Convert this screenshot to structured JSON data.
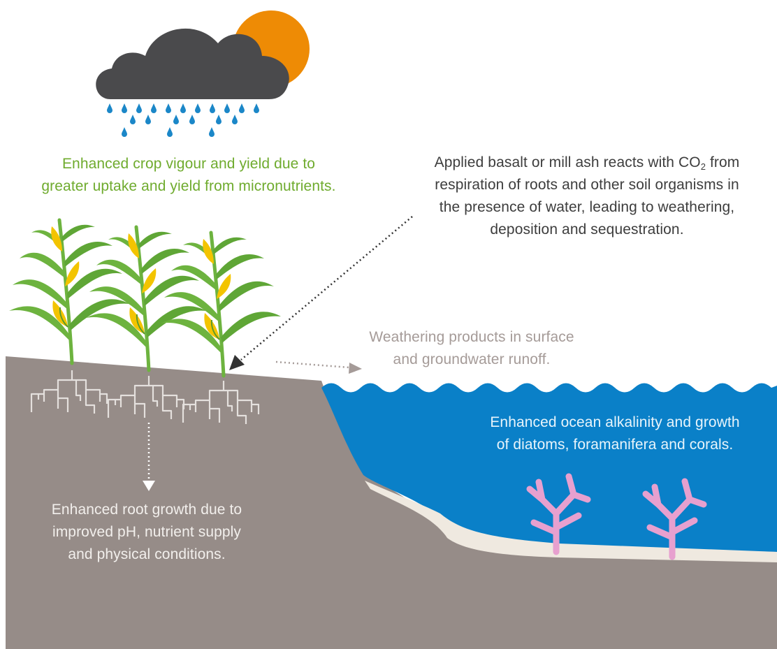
{
  "labels": {
    "crop": {
      "line1": "Enhanced crop vigour and yield due to",
      "line2": "greater uptake and yield from micronutrients."
    },
    "ash": {
      "line1_pre": "Applied basalt or mill ash reacts with CO",
      "line1_sub": "2",
      "line1_post": " from",
      "line2": "respiration of roots and other soil organisms in",
      "line3": "the presence of water, leading to weathering,",
      "line4": "deposition and sequestration."
    },
    "runoff": {
      "line1": "Weathering products in surface",
      "line2": "and groundwater runoff."
    },
    "ocean": {
      "line1": "Enhanced ocean alkalinity and growth",
      "line2": "of diatoms, foramanifera and corals."
    },
    "root": {
      "line1": "Enhanced root growth due to",
      "line2": "improved pH, nutrient supply",
      "line3": "and physical conditions."
    }
  },
  "icons": [
    "cloud-icon",
    "sun-icon",
    "raindrop-icon",
    "maize-plant-icon",
    "root-icon",
    "coral-icon",
    "arrow-icon"
  ],
  "colors": {
    "soil": "#968c88",
    "ocean": "#0a80c8",
    "sand": "#efe9e0",
    "cloud": "#4a4a4c",
    "sun": "#ee8b05",
    "rain": "#1b87c8",
    "stem": "#6db33f",
    "leaf_dark": "#4f9a2b",
    "corn": "#f3c400",
    "coral": "#e7a0cf",
    "roots": "#e4e0dd",
    "crop_text": "#6fab2e"
  }
}
